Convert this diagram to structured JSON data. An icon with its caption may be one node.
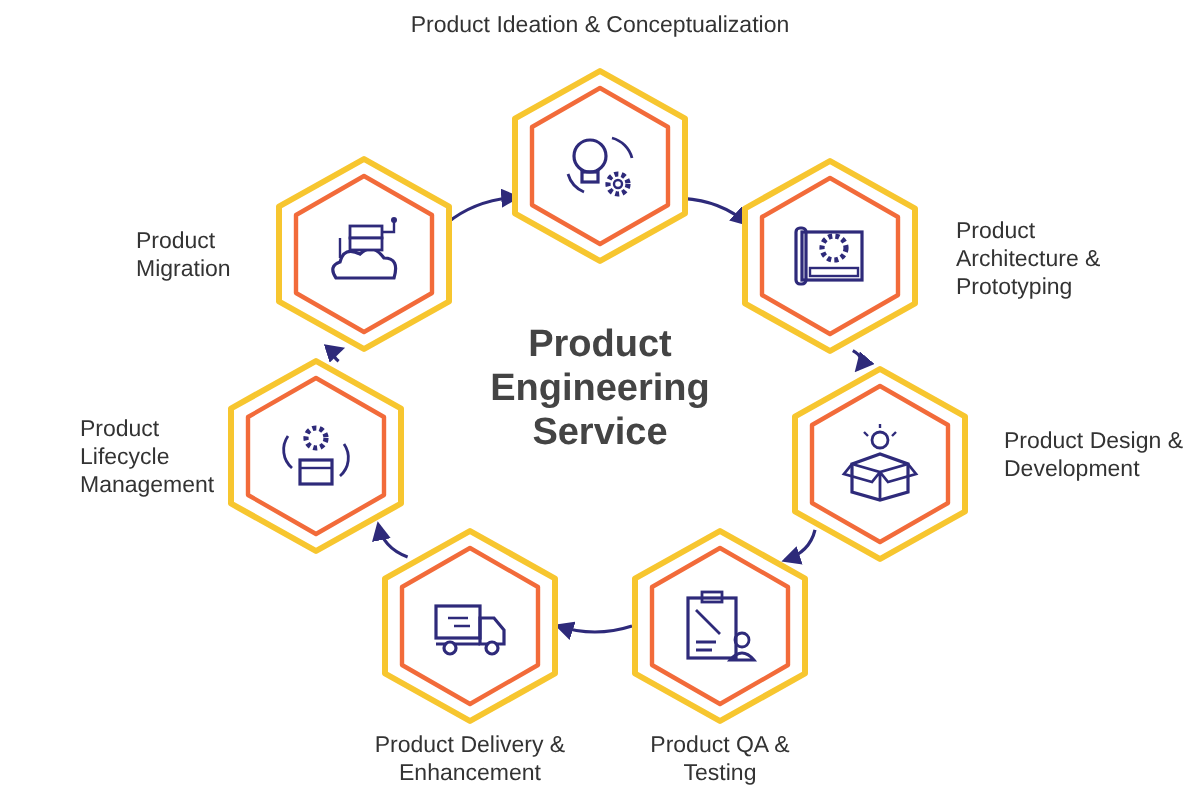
{
  "diagram": {
    "title": "Product Engineering Service",
    "nodes": [
      {
        "text": [
          "Product Ideation & Conceptualization"
        ]
      },
      {
        "text": [
          "Product Architecture & Prototyping"
        ]
      },
      {
        "text": [
          "Product Design & Development"
        ]
      },
      {
        "text": [
          "Product QA & Testing"
        ]
      },
      {
        "text": [
          "Product Delivery & Enhancement"
        ]
      },
      {
        "text": [
          "Product Lifecycle Management"
        ]
      },
      {
        "text": [
          "Product Migration"
        ]
      }
    ],
    "edges": [
      {
        "from": 0,
        "to": 1,
        "arrow": "to"
      },
      {
        "from": 1,
        "to": 2,
        "arrow": "to"
      },
      {
        "from": 2,
        "to": 3,
        "arrow": "to"
      },
      {
        "from": 3,
        "to": 4,
        "arrow": "to"
      },
      {
        "from": 4,
        "to": 5,
        "arrow": "to"
      },
      {
        "from": 5,
        "to": 6,
        "arrow": "to"
      },
      {
        "from": 6,
        "to": 0,
        "arrow": "to"
      }
    ]
  }
}
